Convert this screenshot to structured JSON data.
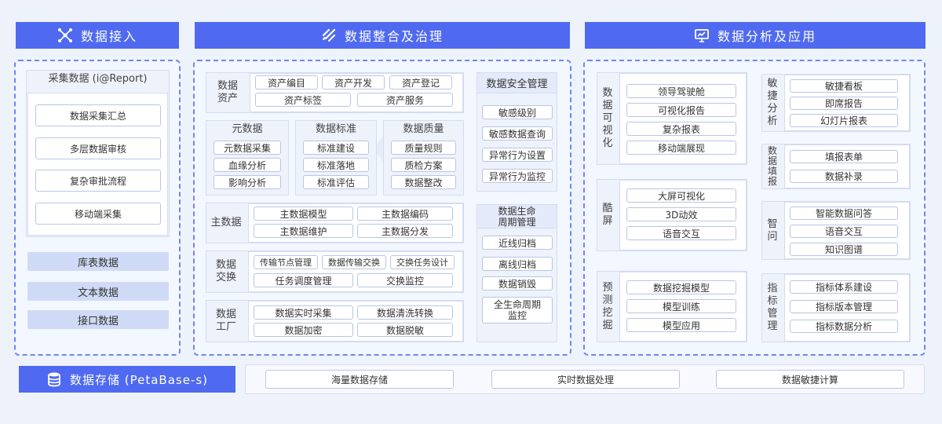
{
  "colors": {
    "accent": "#4f6af0",
    "dash": "#6f86f2",
    "panel_border": "#d3dcf3"
  },
  "headers": {
    "ingest": {
      "label": "数据接入",
      "icon": "network-icon"
    },
    "govern": {
      "label": "数据整合及治理",
      "icon": "integration-icon"
    },
    "analysis": {
      "label": "数据分析及应用",
      "icon": "monitor-icon"
    }
  },
  "ingest": {
    "report_title": "采集数据 (i@Report)",
    "report_items": [
      "数据采集汇总",
      "多层数据审核",
      "复杂审批流程",
      "移动端采集"
    ],
    "strips": [
      "库表数据",
      "文本数据",
      "接口数据"
    ]
  },
  "govern": {
    "assets": {
      "label": "数据\n资产",
      "items": [
        "资产编目",
        "资产开发",
        "资产登记",
        "资产标签",
        "资产服务"
      ]
    },
    "meta": {
      "title": "元数据",
      "items": [
        "元数据采集",
        "血缘分析",
        "影响分析"
      ]
    },
    "standard": {
      "title": "数据标准",
      "items": [
        "标准建设",
        "标准落地",
        "标准评估"
      ]
    },
    "quality": {
      "title": "数据质量",
      "items": [
        "质量规则",
        "质检方案",
        "数据整改"
      ]
    },
    "master": {
      "label": "主数据",
      "items": [
        "主数据模型",
        "主数据编码",
        "主数据维护",
        "主数据分发"
      ]
    },
    "exchange": {
      "label": "数据\n交换",
      "items": [
        "传输节点管理",
        "数据传输交换",
        "交换任务设计",
        "任务调度管理",
        "交换监控"
      ]
    },
    "factory": {
      "label": "数据\n工厂",
      "items": [
        "数据实时采集",
        "数据清洗转换",
        "数据加密",
        "数据脱敏"
      ]
    },
    "security": {
      "title": "数据安全管理",
      "items": [
        "敏感级别",
        "敏感数据查询",
        "异常行为设置",
        "异常行为监控"
      ]
    },
    "lifecycle": {
      "title": "数据生命\n周期管理",
      "items": [
        "近线归档",
        "离线归档",
        "数据销毁",
        "全生命周期\n监控"
      ]
    }
  },
  "analysis": {
    "visual": {
      "label": "数\n据\n可\n视\n化",
      "items": [
        "领导驾驶舱",
        "可视化报告",
        "复杂报表",
        "移动端展现"
      ]
    },
    "cool": {
      "label": "酷\n屏",
      "items": [
        "大屏可视化",
        "3D动效",
        "语音交互"
      ]
    },
    "mining": {
      "label": "预\n测\n挖\n掘",
      "items": [
        "数据挖掘模型",
        "模型训练",
        "模型应用"
      ]
    },
    "agile": {
      "label": "敏\n捷\n分\n析",
      "items": [
        "敏捷看板",
        "即席报告",
        "幻灯片报表"
      ]
    },
    "fill": {
      "label": "数\n据\n填\n报",
      "items": [
        "填报表单",
        "数据补录"
      ]
    },
    "smart": {
      "label": "智\n问",
      "items": [
        "智能数据问答",
        "语音交互",
        "知识图谱"
      ]
    },
    "index": {
      "label": "指\n标\n管\n理",
      "items": [
        "指标体系建设",
        "指标版本管理",
        "指标数据分析"
      ]
    }
  },
  "storage": {
    "label": "数据存储 (PetaBase-s)",
    "icon": "database-icon",
    "items": [
      "海量数据存储",
      "实时数据处理",
      "数据敏捷计算"
    ]
  }
}
